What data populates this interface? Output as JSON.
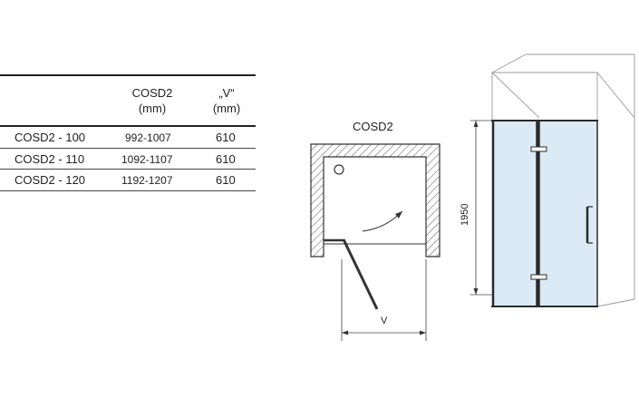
{
  "table": {
    "headers": [
      {
        "line1": "COSD2",
        "line2": "(mm)"
      },
      {
        "line1": "„V“",
        "line2": "(mm)"
      }
    ],
    "rows": [
      {
        "model": "COSD2 - 100",
        "range": "992-1007",
        "v": "610"
      },
      {
        "model": "COSD2 - 110",
        "range": "1092-1107",
        "v": "610"
      },
      {
        "model": "COSD2 - 120",
        "range": "1192-1207",
        "v": "610"
      }
    ]
  },
  "plan": {
    "title": "COSD2",
    "dimension_label": "V"
  },
  "elevation": {
    "height_label": "1950"
  },
  "colors": {
    "glass": "#dbeaf4",
    "frame": "#2b2b2b",
    "wall_hatch": "#555555",
    "line": "#333333"
  }
}
